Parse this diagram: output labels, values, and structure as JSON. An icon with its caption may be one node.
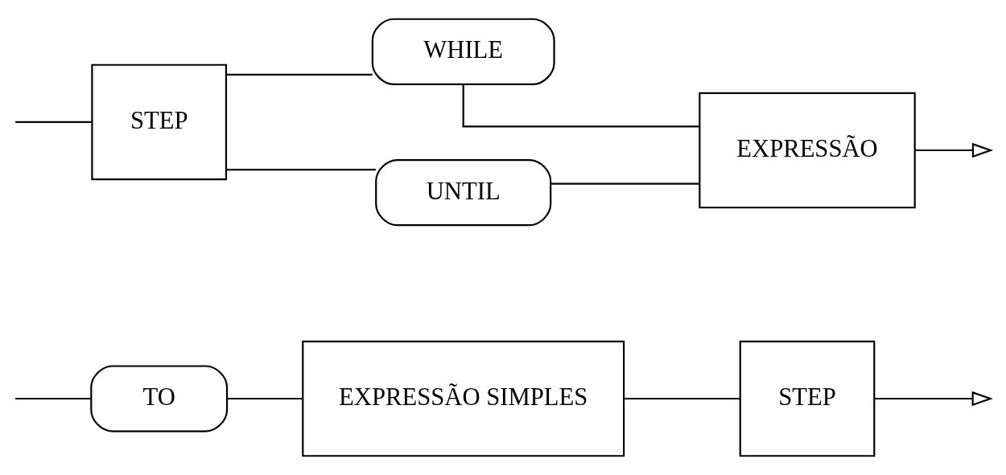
{
  "diagram": {
    "nodes": [
      {
        "text": [
          "TO"
        ]
      },
      {
        "text": [
          "EXPRESSÃO SIMPLES"
        ]
      },
      {
        "text": [
          "STEP"
        ]
      },
      {
        "text": [
          "STEP"
        ]
      },
      {
        "text": [
          "WHILE"
        ]
      },
      {
        "text": [
          "UNTIL"
        ]
      },
      {
        "text": [
          "EXPRESSÃO"
        ]
      }
    ],
    "edges": [
      {
        "from": null,
        "to": 0,
        "arrow": "none"
      },
      {
        "from": null,
        "to": 3,
        "arrow": "none"
      },
      {
        "from": 0,
        "to": 1,
        "arrow": "none"
      },
      {
        "from": 1,
        "to": 2,
        "arrow": "none"
      },
      {
        "from": 2,
        "to": null,
        "arrow": "to"
      },
      {
        "from": 3,
        "to": 4,
        "arrow": "none"
      },
      {
        "from": 3,
        "to": 5,
        "arrow": "none"
      },
      {
        "from": 4,
        "to": 6,
        "arrow": "none"
      },
      {
        "from": 5,
        "to": 6,
        "arrow": "none"
      },
      {
        "from": 6,
        "to": null,
        "arrow": "to"
      }
    ]
  }
}
